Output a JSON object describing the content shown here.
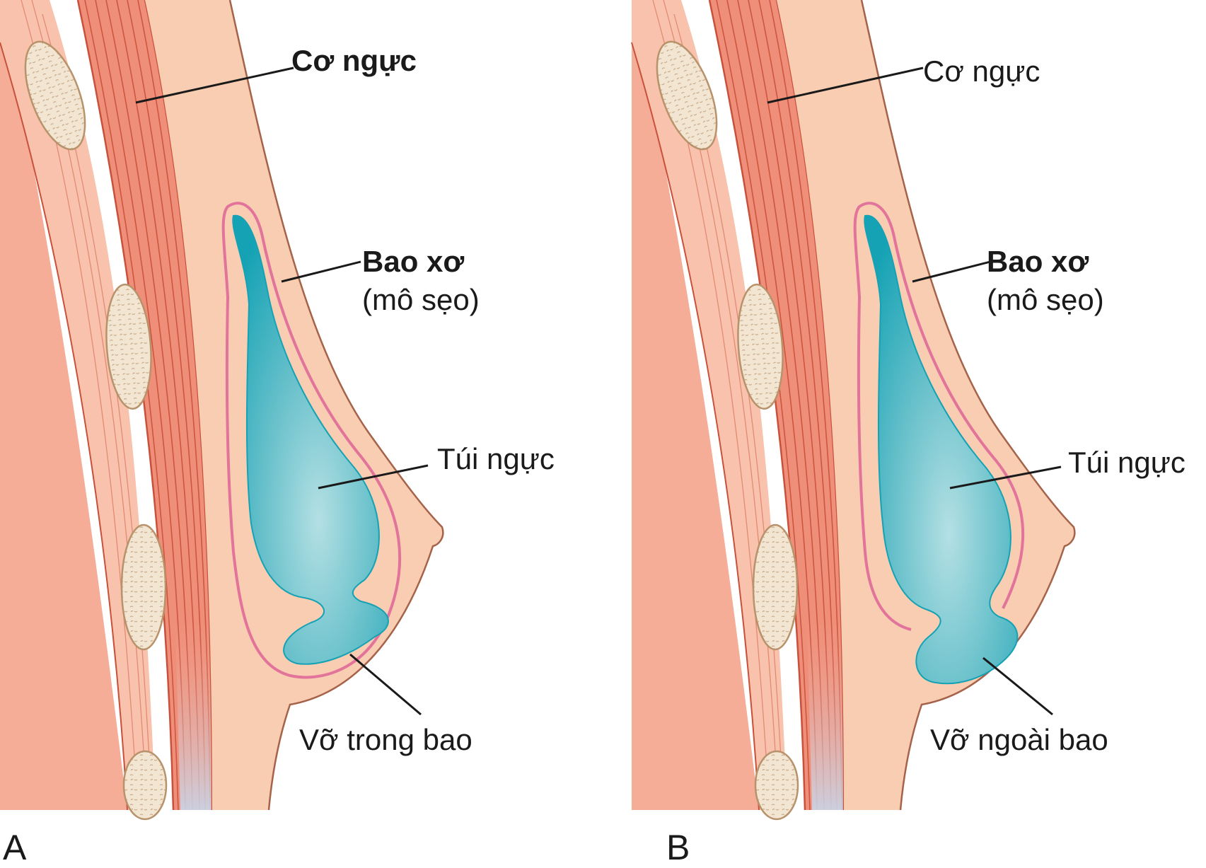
{
  "panels": [
    {
      "letter": "A",
      "pectoral_label": "Cơ ngực",
      "capsule_label": "Bao xơ",
      "capsule_sub": "(mô sẹo)",
      "implant_label": "Túi ngực",
      "rupture_label": "Vỡ trong bao"
    },
    {
      "letter": "B",
      "pectoral_label": "Cơ ngực",
      "capsule_label": "Bao xơ",
      "capsule_sub": "(mô sẹo)",
      "implant_label": "Túi ngực",
      "rupture_label": "Vỡ ngoài bao"
    }
  ],
  "colors": {
    "chest": "#f5ad98",
    "rib_band": "#f8c8b4",
    "muscle": "#ef8f7a",
    "muscle_line": "#c9503a",
    "breast": "#f9cdb2",
    "outline": "#a5634a",
    "capsule": "#e2739a",
    "implant_dark": "#19a7b8",
    "implant_light": "#9fd6dc",
    "rib": "#f2e6d2",
    "rib_outline": "#b8926b"
  }
}
